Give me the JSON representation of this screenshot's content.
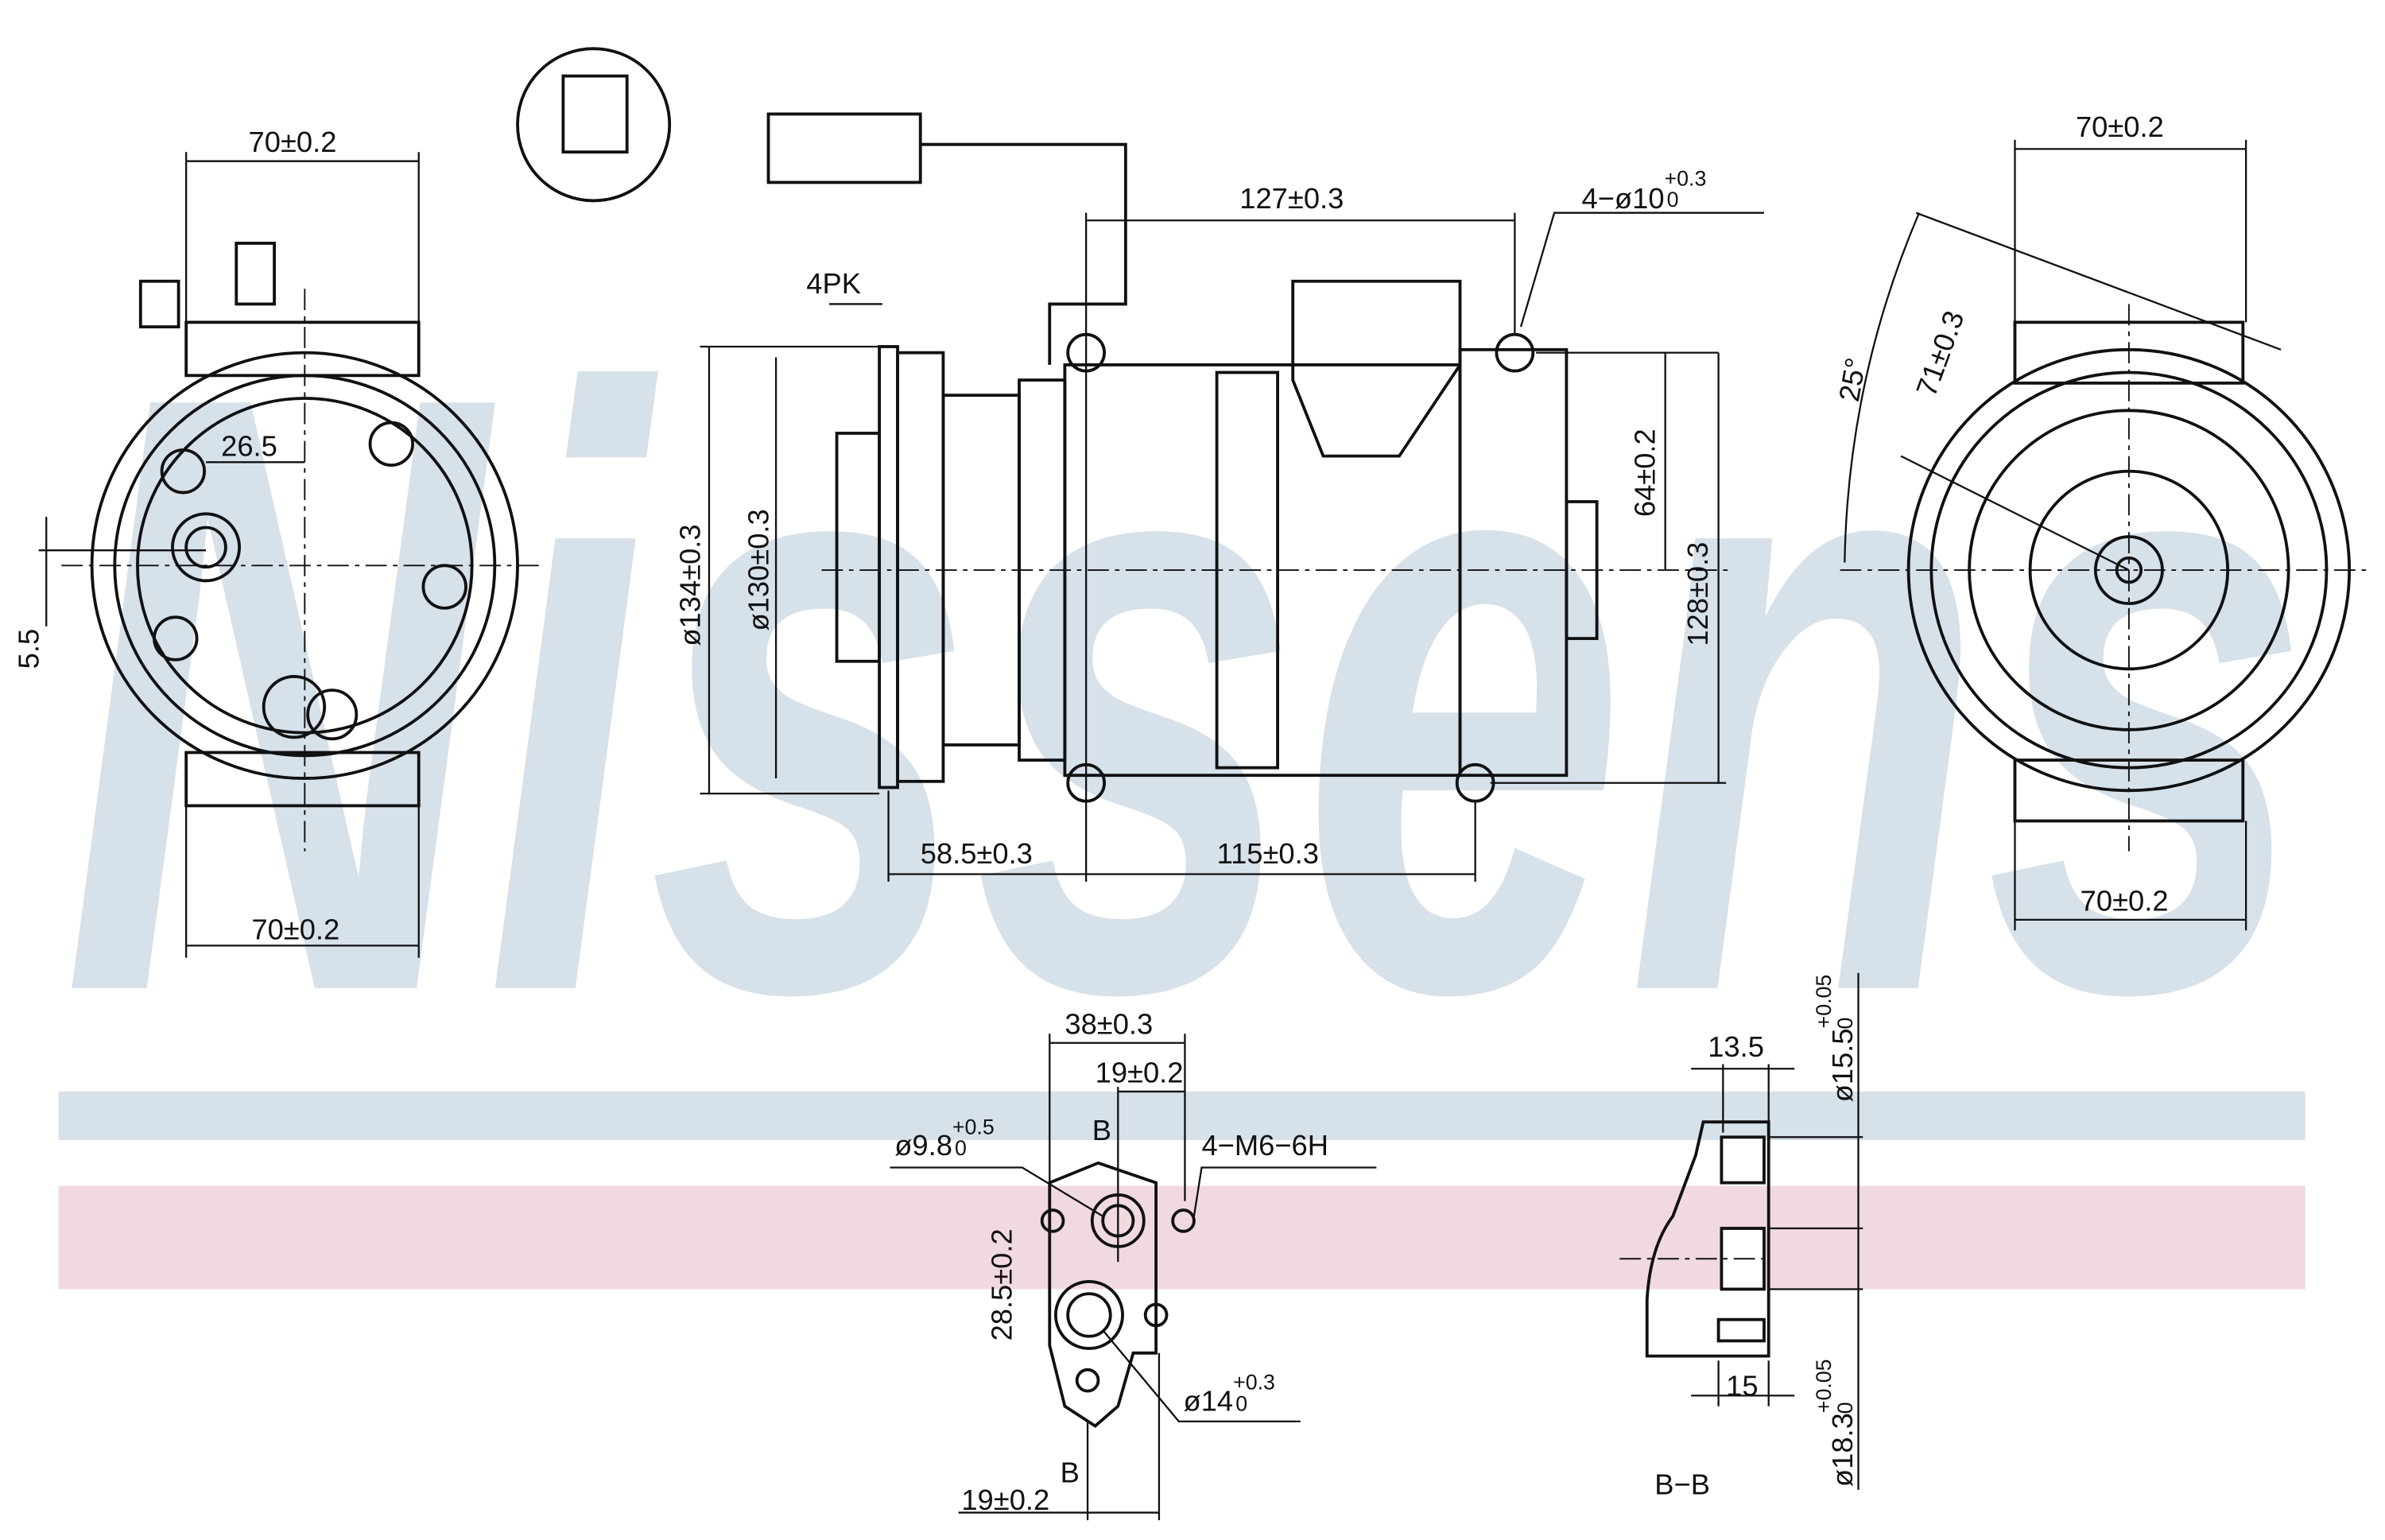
{
  "watermark": {
    "brand": "Nissens",
    "blue_band": "#d6e1ea",
    "red_band": "#f1dadf"
  },
  "left_view": {
    "width_top": "70±0.2",
    "width_bottom": "70±0.2",
    "offset_h": "26.5",
    "offset_v": "5.5"
  },
  "side_view": {
    "belt": "4PK",
    "span_top": "127±0.3",
    "holes": {
      "main": "4−ø10",
      "upper": "+0.3",
      "lower": "0"
    },
    "dia_outer": "ø134±0.3",
    "dia_inner": "ø130±0.3",
    "height_half": "64±0.2",
    "height_full": "128±0.3",
    "len_pulley": "58.5±0.3",
    "len_body": "115±0.3"
  },
  "right_view": {
    "width_top": "70±0.2",
    "width_bottom": "70±0.2",
    "angle": "25°",
    "radius": "71±0.3"
  },
  "port_view": {
    "width": "38±0.3",
    "half_width": "19±0.2",
    "section_mark_top": "B",
    "section_mark_bottom": "B",
    "small_port": {
      "main": "ø9.8",
      "upper": "+0.5",
      "lower": "0"
    },
    "threads": "4−M6−6H",
    "spacing": "28.5±0.2",
    "large_port": {
      "main": "ø14",
      "upper": "+0.3",
      "lower": "0"
    },
    "offset_bottom": "19±0.2"
  },
  "section_view": {
    "depth_top": "13.5",
    "depth_bottom": "15",
    "title": "B−B",
    "dia_top": {
      "main": "ø15.5",
      "upper": "+0.05",
      "lower": "0"
    },
    "dia_bottom": {
      "main": "ø18.3",
      "upper": "+0.05",
      "lower": "0"
    }
  }
}
